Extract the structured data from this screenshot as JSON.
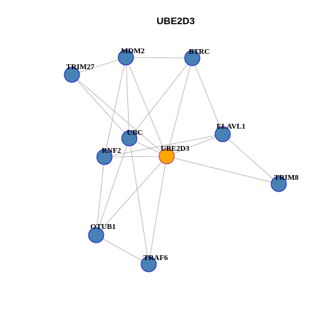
{
  "title": "UBE2D3",
  "colors": {
    "node_fill": "#4682B4",
    "node_stroke": "#1a1acc",
    "focus_fill": "#FFA500",
    "focus_stroke": "#b5338a",
    "edge": "#aaaaaa"
  },
  "nodes": [
    {
      "id": "MDM2",
      "label": "MDM2",
      "focus": false
    },
    {
      "id": "BTRC",
      "label": "BTRC",
      "focus": false
    },
    {
      "id": "TRIM27",
      "label": "TRIM27",
      "focus": false
    },
    {
      "id": "UBC",
      "label": "UBC",
      "focus": false
    },
    {
      "id": "ELAVL1",
      "label": "ELAVL1",
      "focus": false
    },
    {
      "id": "RNF2",
      "label": "RNF2",
      "focus": false
    },
    {
      "id": "UBE2D3",
      "label": "UBE2D3",
      "focus": true
    },
    {
      "id": "TRIM8",
      "label": "TRIM8",
      "focus": false
    },
    {
      "id": "OTUB1",
      "label": "OTUB1",
      "focus": false
    },
    {
      "id": "TRAF6",
      "label": "TRAF6",
      "focus": false
    }
  ],
  "edges": [
    [
      "MDM2",
      "BTRC"
    ],
    [
      "MDM2",
      "TRIM27"
    ],
    [
      "MDM2",
      "UBC"
    ],
    [
      "MDM2",
      "RNF2"
    ],
    [
      "MDM2",
      "UBE2D3"
    ],
    [
      "BTRC",
      "UBC"
    ],
    [
      "BTRC",
      "ELAVL1"
    ],
    [
      "BTRC",
      "UBE2D3"
    ],
    [
      "TRIM27",
      "UBC"
    ],
    [
      "TRIM27",
      "UBE2D3"
    ],
    [
      "UBC",
      "UBE2D3"
    ],
    [
      "UBC",
      "TRAF6"
    ],
    [
      "UBC",
      "OTUB1"
    ],
    [
      "ELAVL1",
      "RNF2"
    ],
    [
      "ELAVL1",
      "UBE2D3"
    ],
    [
      "ELAVL1",
      "TRIM8"
    ],
    [
      "RNF2",
      "UBE2D3"
    ],
    [
      "RNF2",
      "OTUB1"
    ],
    [
      "UBE2D3",
      "TRIM8"
    ],
    [
      "UBE2D3",
      "OTUB1"
    ],
    [
      "UBE2D3",
      "TRAF6"
    ],
    [
      "OTUB1",
      "TRAF6"
    ]
  ]
}
